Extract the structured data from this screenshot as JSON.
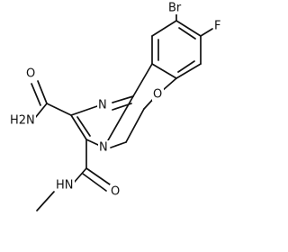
{
  "molecule": {
    "labels": {
      "br": "Br",
      "f": "F",
      "o": "O",
      "n_imine": "N",
      "n_bridge": "N",
      "nh2": "H2N",
      "o_amide1": "O",
      "nh": "HN",
      "o_amide2": "O"
    }
  }
}
